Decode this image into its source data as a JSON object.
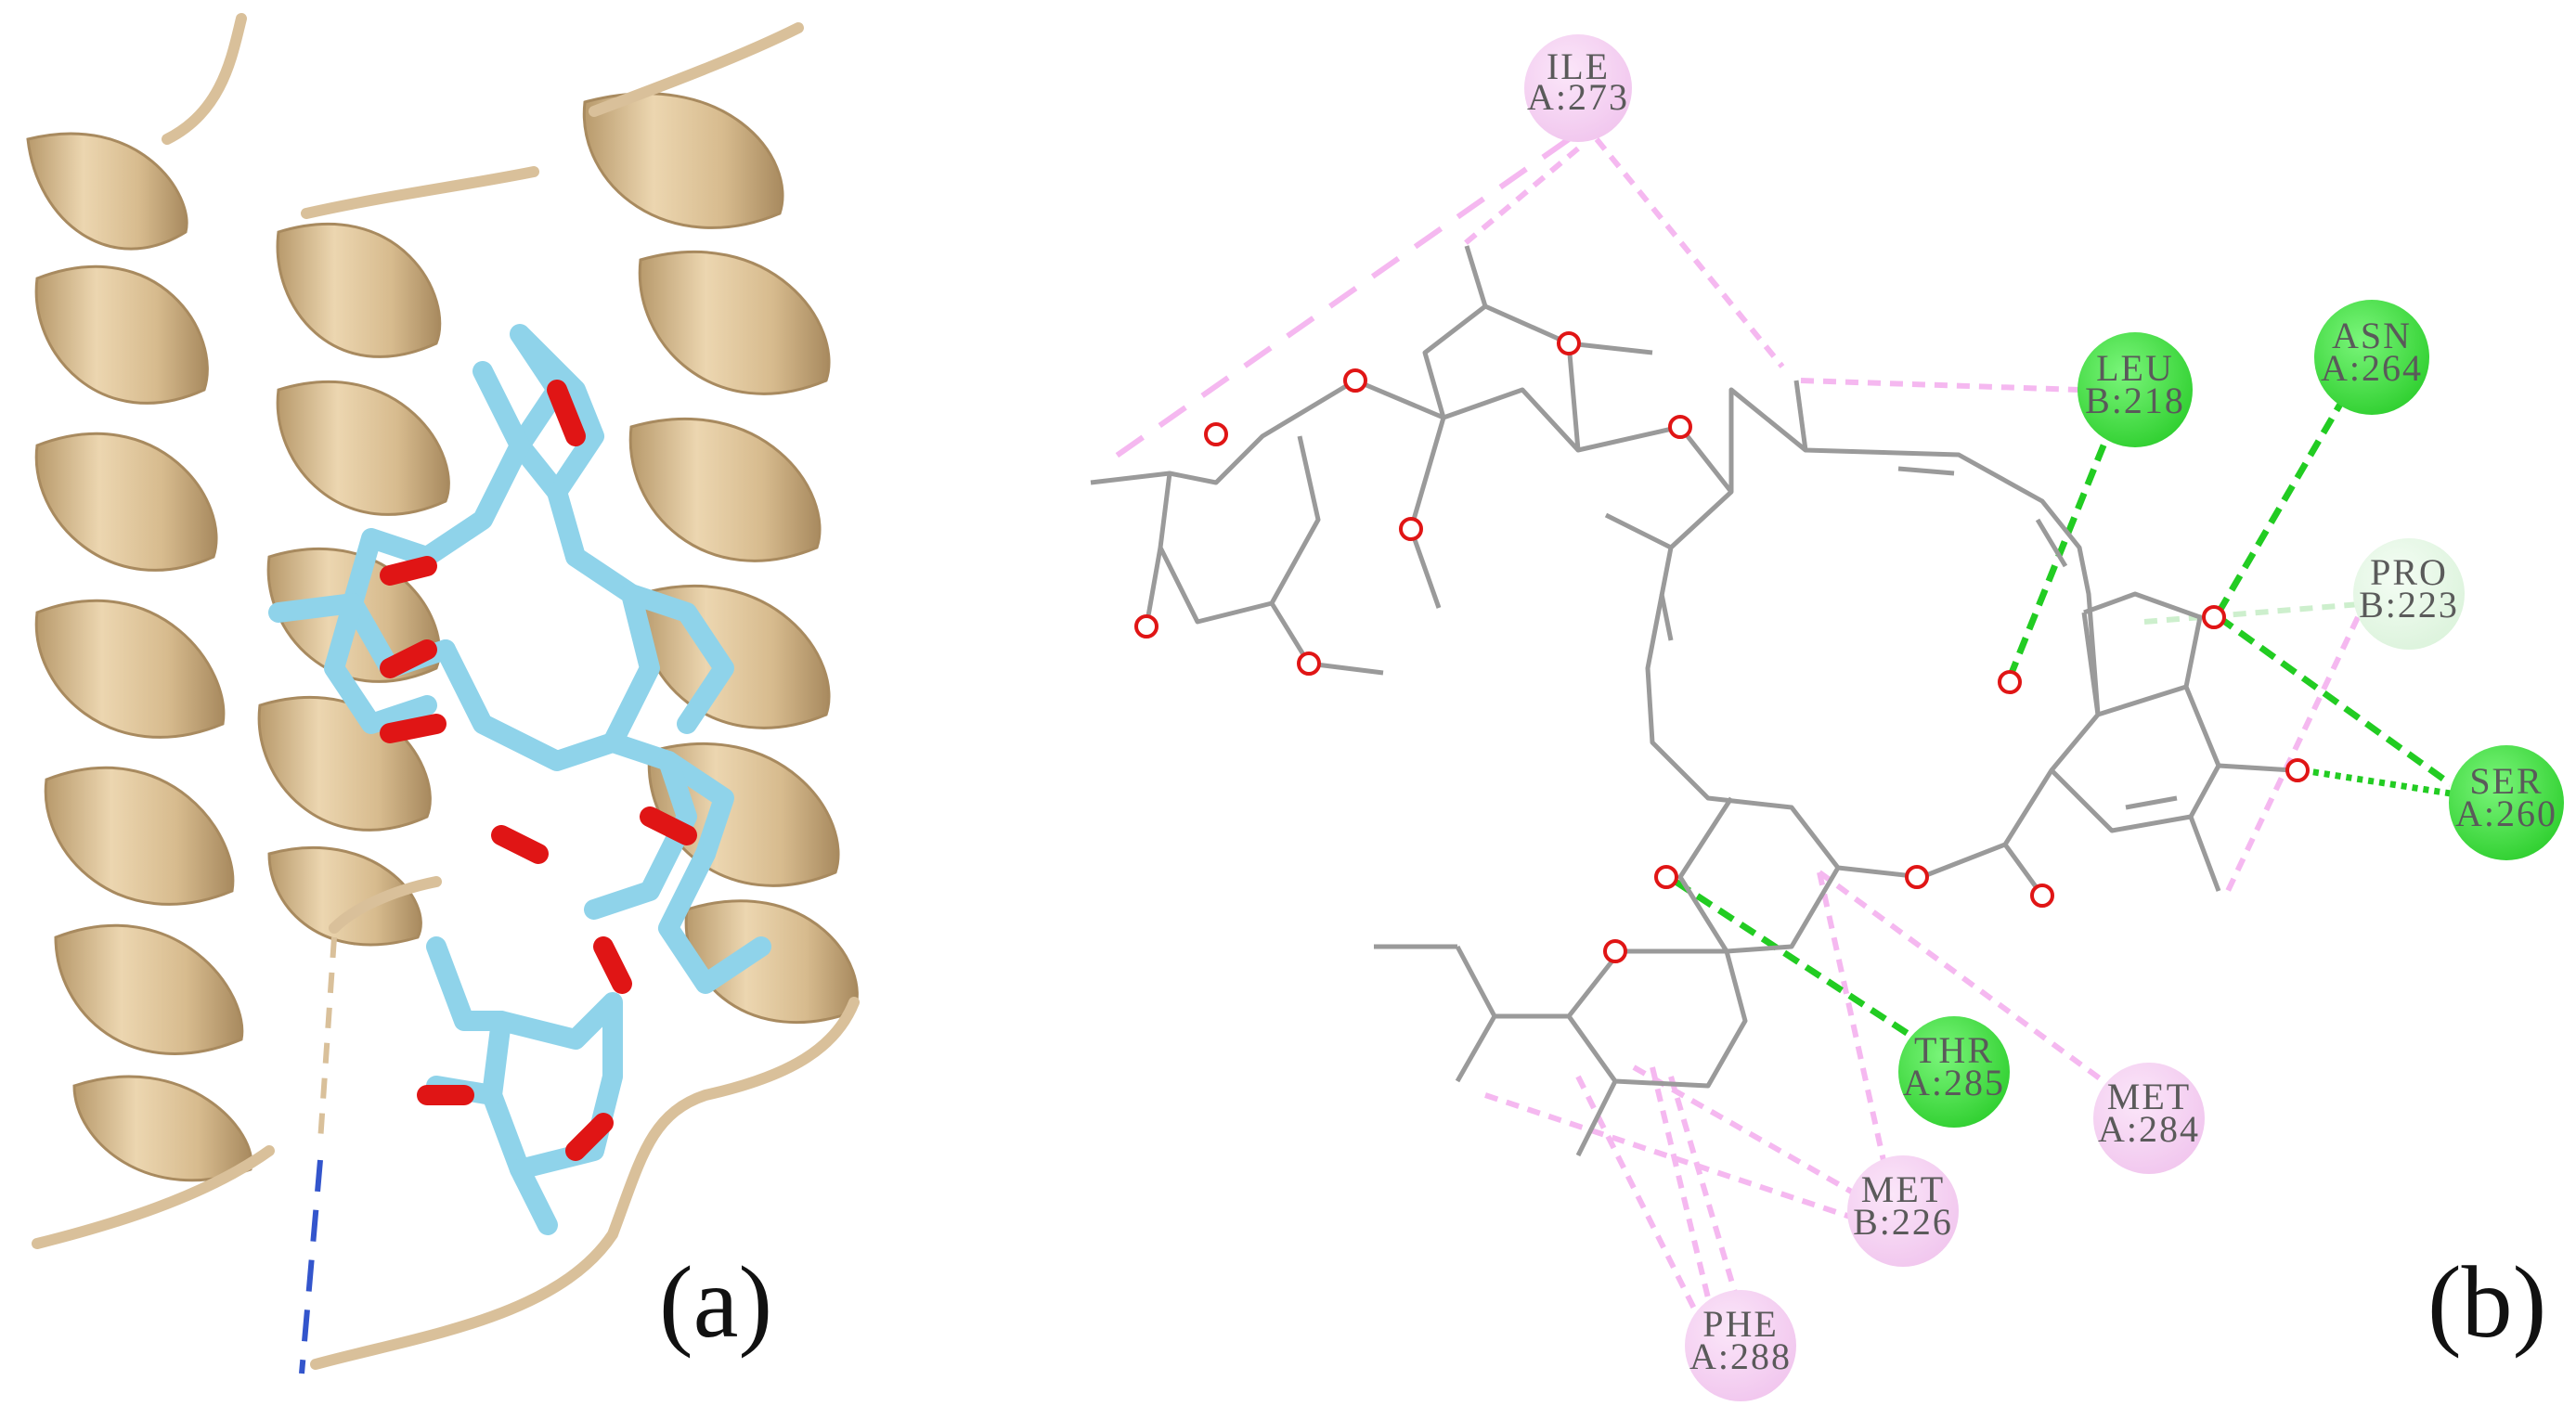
{
  "panels": {
    "a": {
      "label": "(a)"
    },
    "b": {
      "label": "(b)"
    }
  },
  "colors": {
    "helix": "#d9c09a",
    "helix_dark": "#a88a5f",
    "ligand_carbon": "#8fd3ea",
    "ligand_oxygen": "#e01515",
    "bond": "#9a9a9a",
    "hbond": "#22cc22",
    "carbon_hbond": "#cdefcd",
    "hydrophobic": "#f5b8f0",
    "residue_green": "#3ee03e",
    "residue_pale_green": "#e3f7e3",
    "residue_pink": "#f6d2f3",
    "bridge_dashes": "#3355cc"
  },
  "residues": [
    {
      "id": "ile273",
      "name": "ILE",
      "pos": "A:273",
      "type": "pink"
    },
    {
      "id": "leu218",
      "name": "LEU",
      "pos": "B:218",
      "type": "green"
    },
    {
      "id": "asn264",
      "name": "ASN",
      "pos": "A:264",
      "type": "green"
    },
    {
      "id": "pro223",
      "name": "PRO",
      "pos": "B:223",
      "type": "pale"
    },
    {
      "id": "ser260",
      "name": "SER",
      "pos": "A:260",
      "type": "green"
    },
    {
      "id": "thr285",
      "name": "THR",
      "pos": "A:285",
      "type": "green"
    },
    {
      "id": "met284",
      "name": "MET",
      "pos": "A:284",
      "type": "pink"
    },
    {
      "id": "met226",
      "name": "MET",
      "pos": "B:226",
      "type": "pink"
    },
    {
      "id": "phe288",
      "name": "PHE",
      "pos": "A:288",
      "type": "pink"
    }
  ]
}
